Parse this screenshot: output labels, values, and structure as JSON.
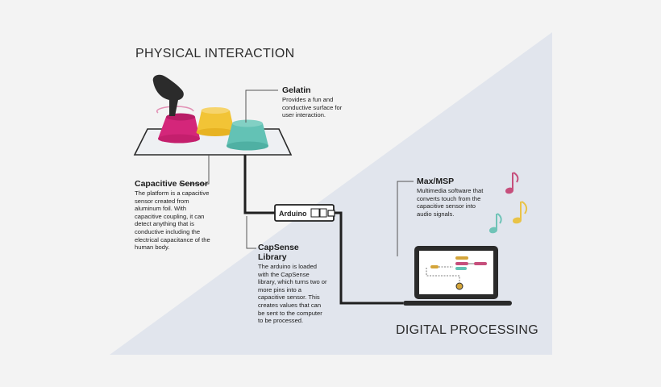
{
  "headings": {
    "physical": "PHYSICAL INTERACTION",
    "digital": "DIGITAL PROCESSING"
  },
  "components": {
    "gelatin": {
      "title": "Gelatin",
      "description": "Provides a fun and conductive surface for user interaction."
    },
    "capacitive_sensor": {
      "title": "Capacitive Sensor",
      "description": "The platform is a capacitive sensor created from aluminum foil. With capacitive coupling, it can detect anything that is conductive including the electrical capacitance of the human body."
    },
    "arduino": {
      "label": "Arduino"
    },
    "capsense": {
      "title": "CapSense Library",
      "description": "The arduino is loaded with the CapSense library, which turns two or more pins into a capacitive sensor. This creates values that can be sent to the computer to be processed."
    },
    "maxmsp": {
      "title": "Max/MSP",
      "description": "Multimedia software that converts touch from the capacitive sensor into audio signals."
    }
  },
  "colors": {
    "background": "#f3f3f3",
    "digital_region": "#e1e5ed",
    "gelatin_pink": "#d4267a",
    "gelatin_yellow": "#f2c436",
    "gelatin_teal": "#63c2b5",
    "note_pink": "#c64f7c",
    "note_yellow": "#e9c347",
    "note_teal": "#6fc3b7",
    "line": "#1f1f1f"
  }
}
